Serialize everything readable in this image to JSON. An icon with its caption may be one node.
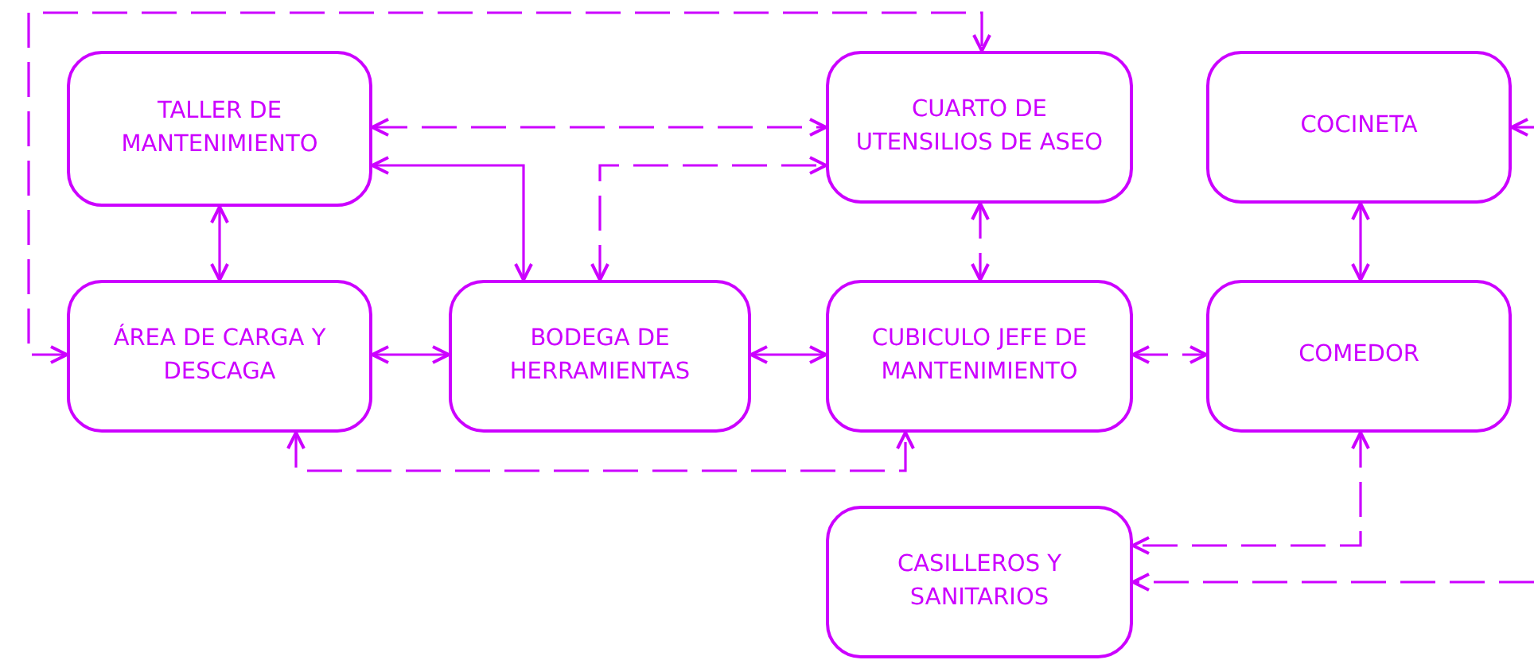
{
  "diagram": {
    "nodes": [
      {
        "text": [
          "TALLER DE MANTENIMIENTO"
        ]
      },
      {
        "text": [
          "CUARTO DE UTENSILIOS DE ASEO"
        ]
      },
      {
        "text": [
          "COCINETA"
        ]
      },
      {
        "text": [
          "ÁREA DE CARGA Y DESCAGA"
        ]
      },
      {
        "text": [
          "BODEGA DE HERRAMIENTAS"
        ]
      },
      {
        "text": [
          "CUBICULO JEFE DE MANTENIMIENTO"
        ]
      },
      {
        "text": [
          "COMEDOR"
        ]
      },
      {
        "text": [
          "CASILLEROS Y SANITARIOS"
        ]
      }
    ],
    "edges": [
      {
        "from": 3,
        "to": 1,
        "arrow": "both",
        "style": "dashed"
      },
      {
        "from": 0,
        "to": 1,
        "arrow": "both",
        "style": "dashed"
      },
      {
        "from": 0,
        "to": 4,
        "arrow": "both"
      },
      {
        "from": 4,
        "to": 1,
        "arrow": "both",
        "style": "dashed"
      },
      {
        "from": 0,
        "to": 3,
        "arrow": "both"
      },
      {
        "from": 1,
        "to": 5,
        "arrow": "both",
        "style": "dashed"
      },
      {
        "from": 2,
        "to": 6,
        "arrow": "both"
      },
      {
        "from": 3,
        "to": 4,
        "arrow": "both"
      },
      {
        "from": 4,
        "to": 5,
        "arrow": "both"
      },
      {
        "from": 5,
        "to": 6,
        "arrow": "both",
        "style": "dashed"
      },
      {
        "from": 3,
        "to": 5,
        "arrow": "both",
        "style": "dashed"
      },
      {
        "from": 6,
        "to": 7,
        "arrow": "both",
        "style": "dashed"
      },
      {
        "from": null,
        "to": 7,
        "arrow": "to",
        "style": "dashed"
      },
      {
        "from": null,
        "to": 2,
        "arrow": "to",
        "style": "dashed"
      }
    ]
  }
}
